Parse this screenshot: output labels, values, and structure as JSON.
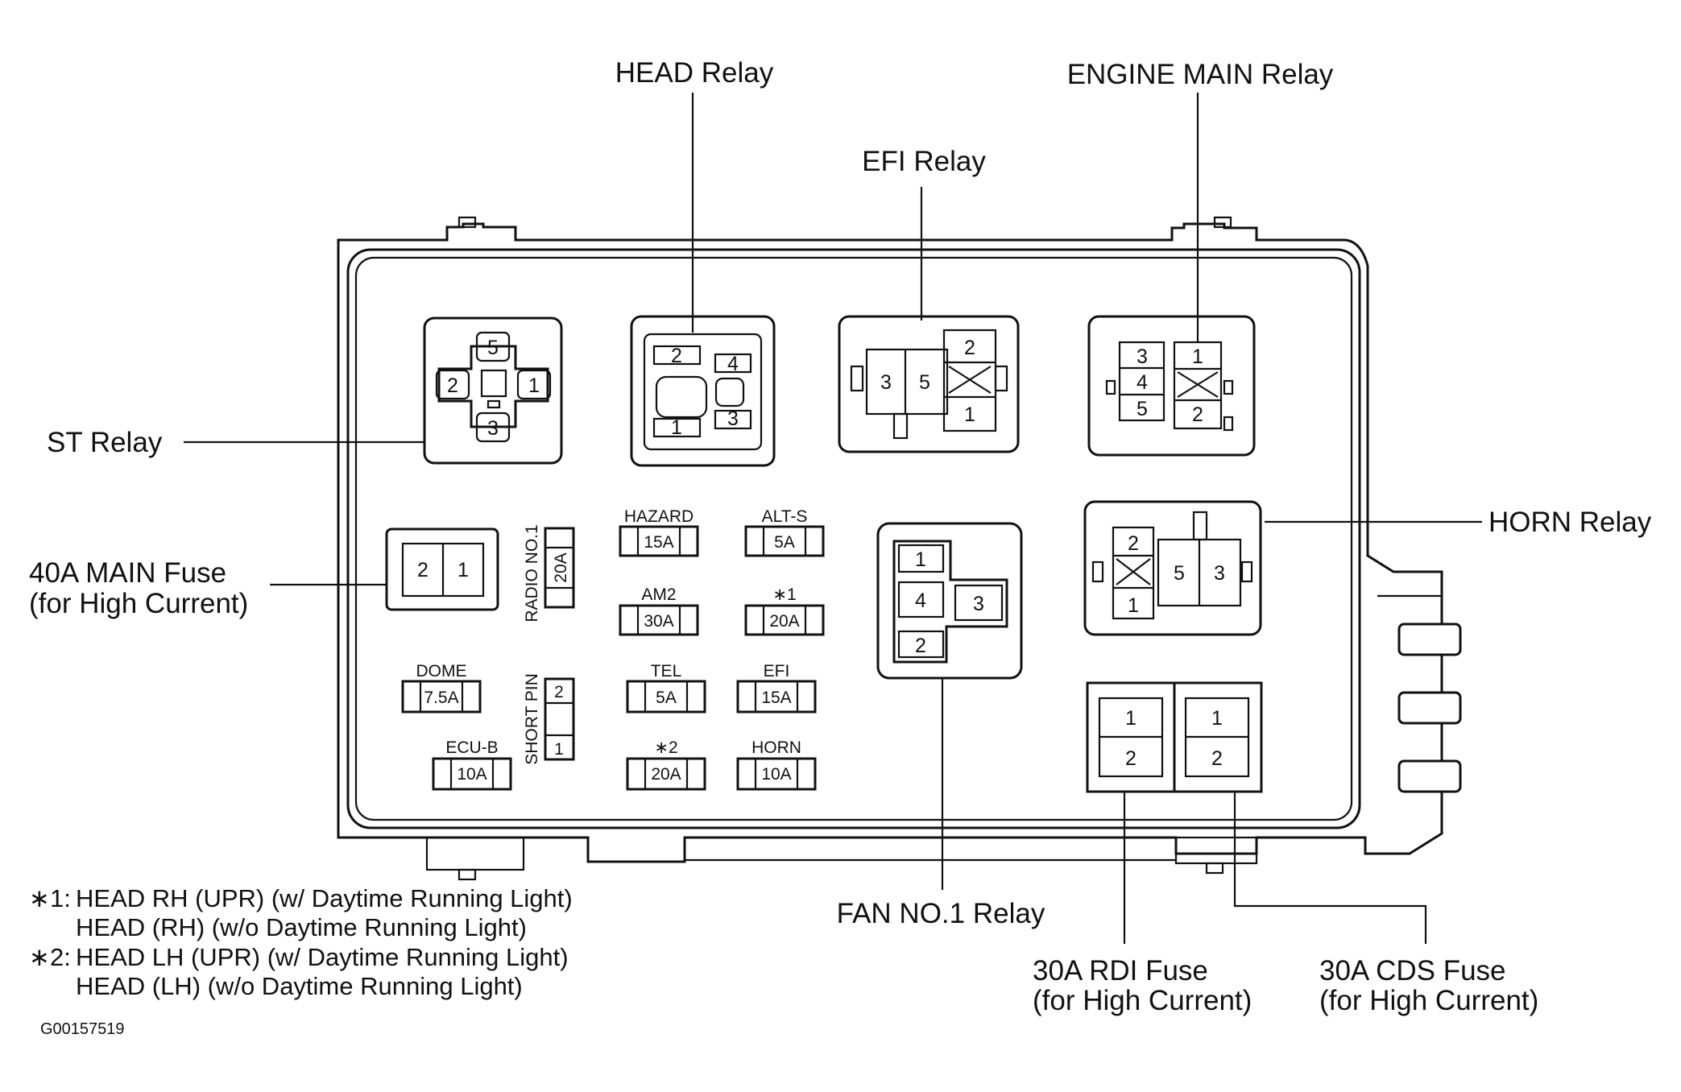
{
  "labels": {
    "head_relay": "HEAD Relay",
    "engine_main_relay": "ENGINE MAIN Relay",
    "efi_relay": "EFI Relay",
    "st_relay": "ST Relay",
    "horn_relay": "HORN Relay",
    "main_fuse_line1": "40A MAIN Fuse",
    "main_fuse_line2": "(for High Current)",
    "fan_relay": "FAN NO.1 Relay",
    "rdi_fuse_line1": "30A RDI Fuse",
    "rdi_fuse_line2": "(for High Current)",
    "cds_fuse_line1": "30A CDS Fuse",
    "cds_fuse_line2": "(for High Current)"
  },
  "fuses": {
    "hazard": {
      "name": "HAZARD",
      "rating": "15A"
    },
    "alt_s": {
      "name": "ALT-S",
      "rating": "5A"
    },
    "am2": {
      "name": "AM2",
      "rating": "30A"
    },
    "star1": {
      "name": "∗1",
      "rating": "20A"
    },
    "dome": {
      "name": "DOME",
      "rating": "7.5A"
    },
    "tel": {
      "name": "TEL",
      "rating": "5A"
    },
    "efi": {
      "name": "EFI",
      "rating": "15A"
    },
    "ecu_b": {
      "name": "ECU-B",
      "rating": "10A"
    },
    "star2": {
      "name": "∗2",
      "rating": "20A"
    },
    "horn": {
      "name": "HORN",
      "rating": "10A"
    },
    "radio_no1": {
      "name": "RADIO NO.1",
      "rating": "20A"
    }
  },
  "short_pin": {
    "name": "SHORT PIN",
    "pin_top": "2",
    "pin_bottom": "1"
  },
  "terminals": {
    "st": [
      "5",
      "2",
      "1",
      "3"
    ],
    "head": [
      "2",
      "4",
      "1",
      "3"
    ],
    "efi": [
      "3",
      "5",
      "2",
      "1"
    ],
    "engine_main": [
      "3",
      "4",
      "5",
      "1",
      "2"
    ],
    "horn": [
      "2",
      "1",
      "5",
      "3"
    ],
    "fan": [
      "1",
      "4",
      "3",
      "2"
    ],
    "main_fuse": [
      "2",
      "1"
    ],
    "rdi": [
      "1",
      "2"
    ],
    "cds": [
      "1",
      "2"
    ]
  },
  "notes": {
    "n1_marker": "∗1:",
    "n1_line1": "HEAD RH (UPR) (w/ Daytime Running Light)",
    "n1_line2": "HEAD (RH) (w/o Daytime Running Light)",
    "n2_marker": "∗2:",
    "n2_line1": "HEAD LH (UPR) (w/ Daytime Running Light)",
    "n2_line2": "HEAD (LH) (w/o Daytime Running Light)"
  },
  "figure_code": "G00157519"
}
